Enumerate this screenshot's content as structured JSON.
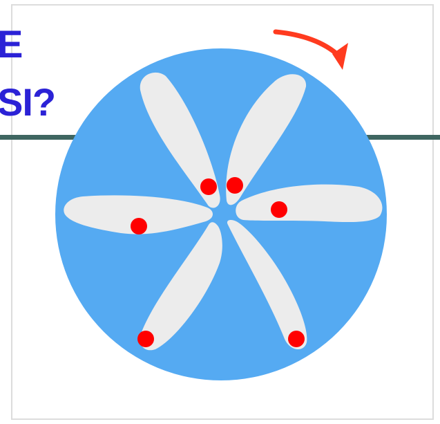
{
  "slide": {
    "title_line_1": "E",
    "title_line_2": "SI?"
  },
  "diagram": {
    "disc_color": "#55aaf2",
    "blade_color": "#ececec",
    "marker_color": "#ff0000",
    "arrow_color": "#ff3b1f",
    "rotation": "clockwise",
    "blade_count": 6,
    "marker_count": 6
  }
}
